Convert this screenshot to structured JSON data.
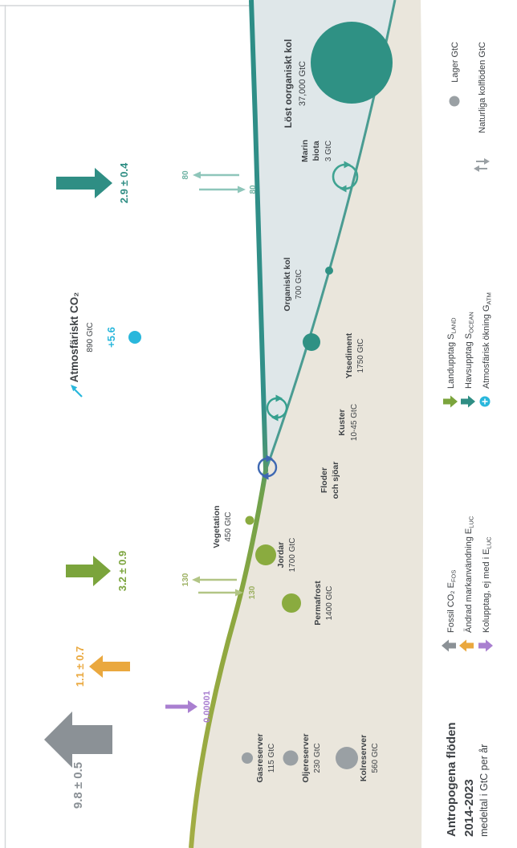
{
  "title": {
    "line1": "Antropogena flöden",
    "line2": "2014-2023",
    "line3": "medeltal i GtC per år"
  },
  "atmosphere": {
    "label": "Atmosfäriskt CO₂",
    "stock": "890 GtC",
    "increase": "+5.6"
  },
  "fluxes": {
    "fossil": "9.8 ± 0.5",
    "land_use_change": "1.1 ± 0.7",
    "uptake_not_in_eluc": "0.00001",
    "land_sink": "3.2 ± 0.9",
    "ocean_sink": "2.9 ± 0.4",
    "land_exchange_up": "130",
    "land_exchange_down": "130",
    "ocean_exchange_up": "80",
    "ocean_exchange_down": "80"
  },
  "stocks": {
    "gas": {
      "name": "Gasreserver",
      "value": "115 GtC"
    },
    "oil": {
      "name": "Oljereserver",
      "value": "230 GtC"
    },
    "coal": {
      "name": "Kolreserver",
      "value": "560 GtC"
    },
    "permafrost": {
      "name": "Permafrost",
      "value": "1400 GtC"
    },
    "soils": {
      "name": "Jordar",
      "value": "1700 GtC"
    },
    "vegetation": {
      "name": "Vegetation",
      "value": "450 GtC"
    },
    "rivers": {
      "name_line1": "Floder",
      "name_line2": "och sjöar"
    },
    "coasts": {
      "name": "Kuster",
      "value": "10-45 GtC"
    },
    "surface_sediment": {
      "name": "Ytsediment",
      "value": "1750 GtC"
    },
    "organic_carbon": {
      "name": "Organiskt kol",
      "value": "700 GtC"
    },
    "marine_biota": {
      "name_line1": "Marin",
      "name_line2": "biota",
      "value": "3 GtC"
    },
    "dissolved_inorganic": {
      "name": "Löst oorganiskt kol",
      "value": "37,000 GtC"
    }
  },
  "legend": {
    "stocks": {
      "label": "Lager GtC"
    },
    "natural_fluxes": {
      "label": "Naturliga kolflöden GtC"
    },
    "land_uptake": {
      "label": "Landupptag S",
      "sub": "LAND"
    },
    "ocean_uptake": {
      "label": "Havsupptag S",
      "sub": "OCEAN"
    },
    "atm_increase": {
      "label": "Atmosfärisk ökning G",
      "sub": "ATM"
    },
    "fossil": {
      "label": "Fossil CO₂ E",
      "sub": "FOS"
    },
    "land_use": {
      "label": "Ändrad markanvändning E",
      "sub": "LUC"
    },
    "uptake_not_in": {
      "label": "Kolupptag, ej med i E",
      "sub": "LUC"
    }
  },
  "icons": {
    "stock_circle": "filled-circle",
    "natural_flux": "up-down-thin-arrows",
    "atm_increase": "cyan-circle-plus / up-right-arrow",
    "cycle": "circular-arrows"
  },
  "colors": {
    "fossil_gray": "#8b9196",
    "land_use_orange": "#eaa83e",
    "uptake_purple": "#a97fd0",
    "land_green": "#7ba43c",
    "ocean_teal": "#2f8e84",
    "atm_cyan": "#29b7dc",
    "stock_green": "#8aab3f",
    "stock_teal": "#2f9184",
    "stock_gray": "#9aa0a4",
    "land_fill": "#eae6dc",
    "ocean_fill": "#dfe7e9"
  }
}
